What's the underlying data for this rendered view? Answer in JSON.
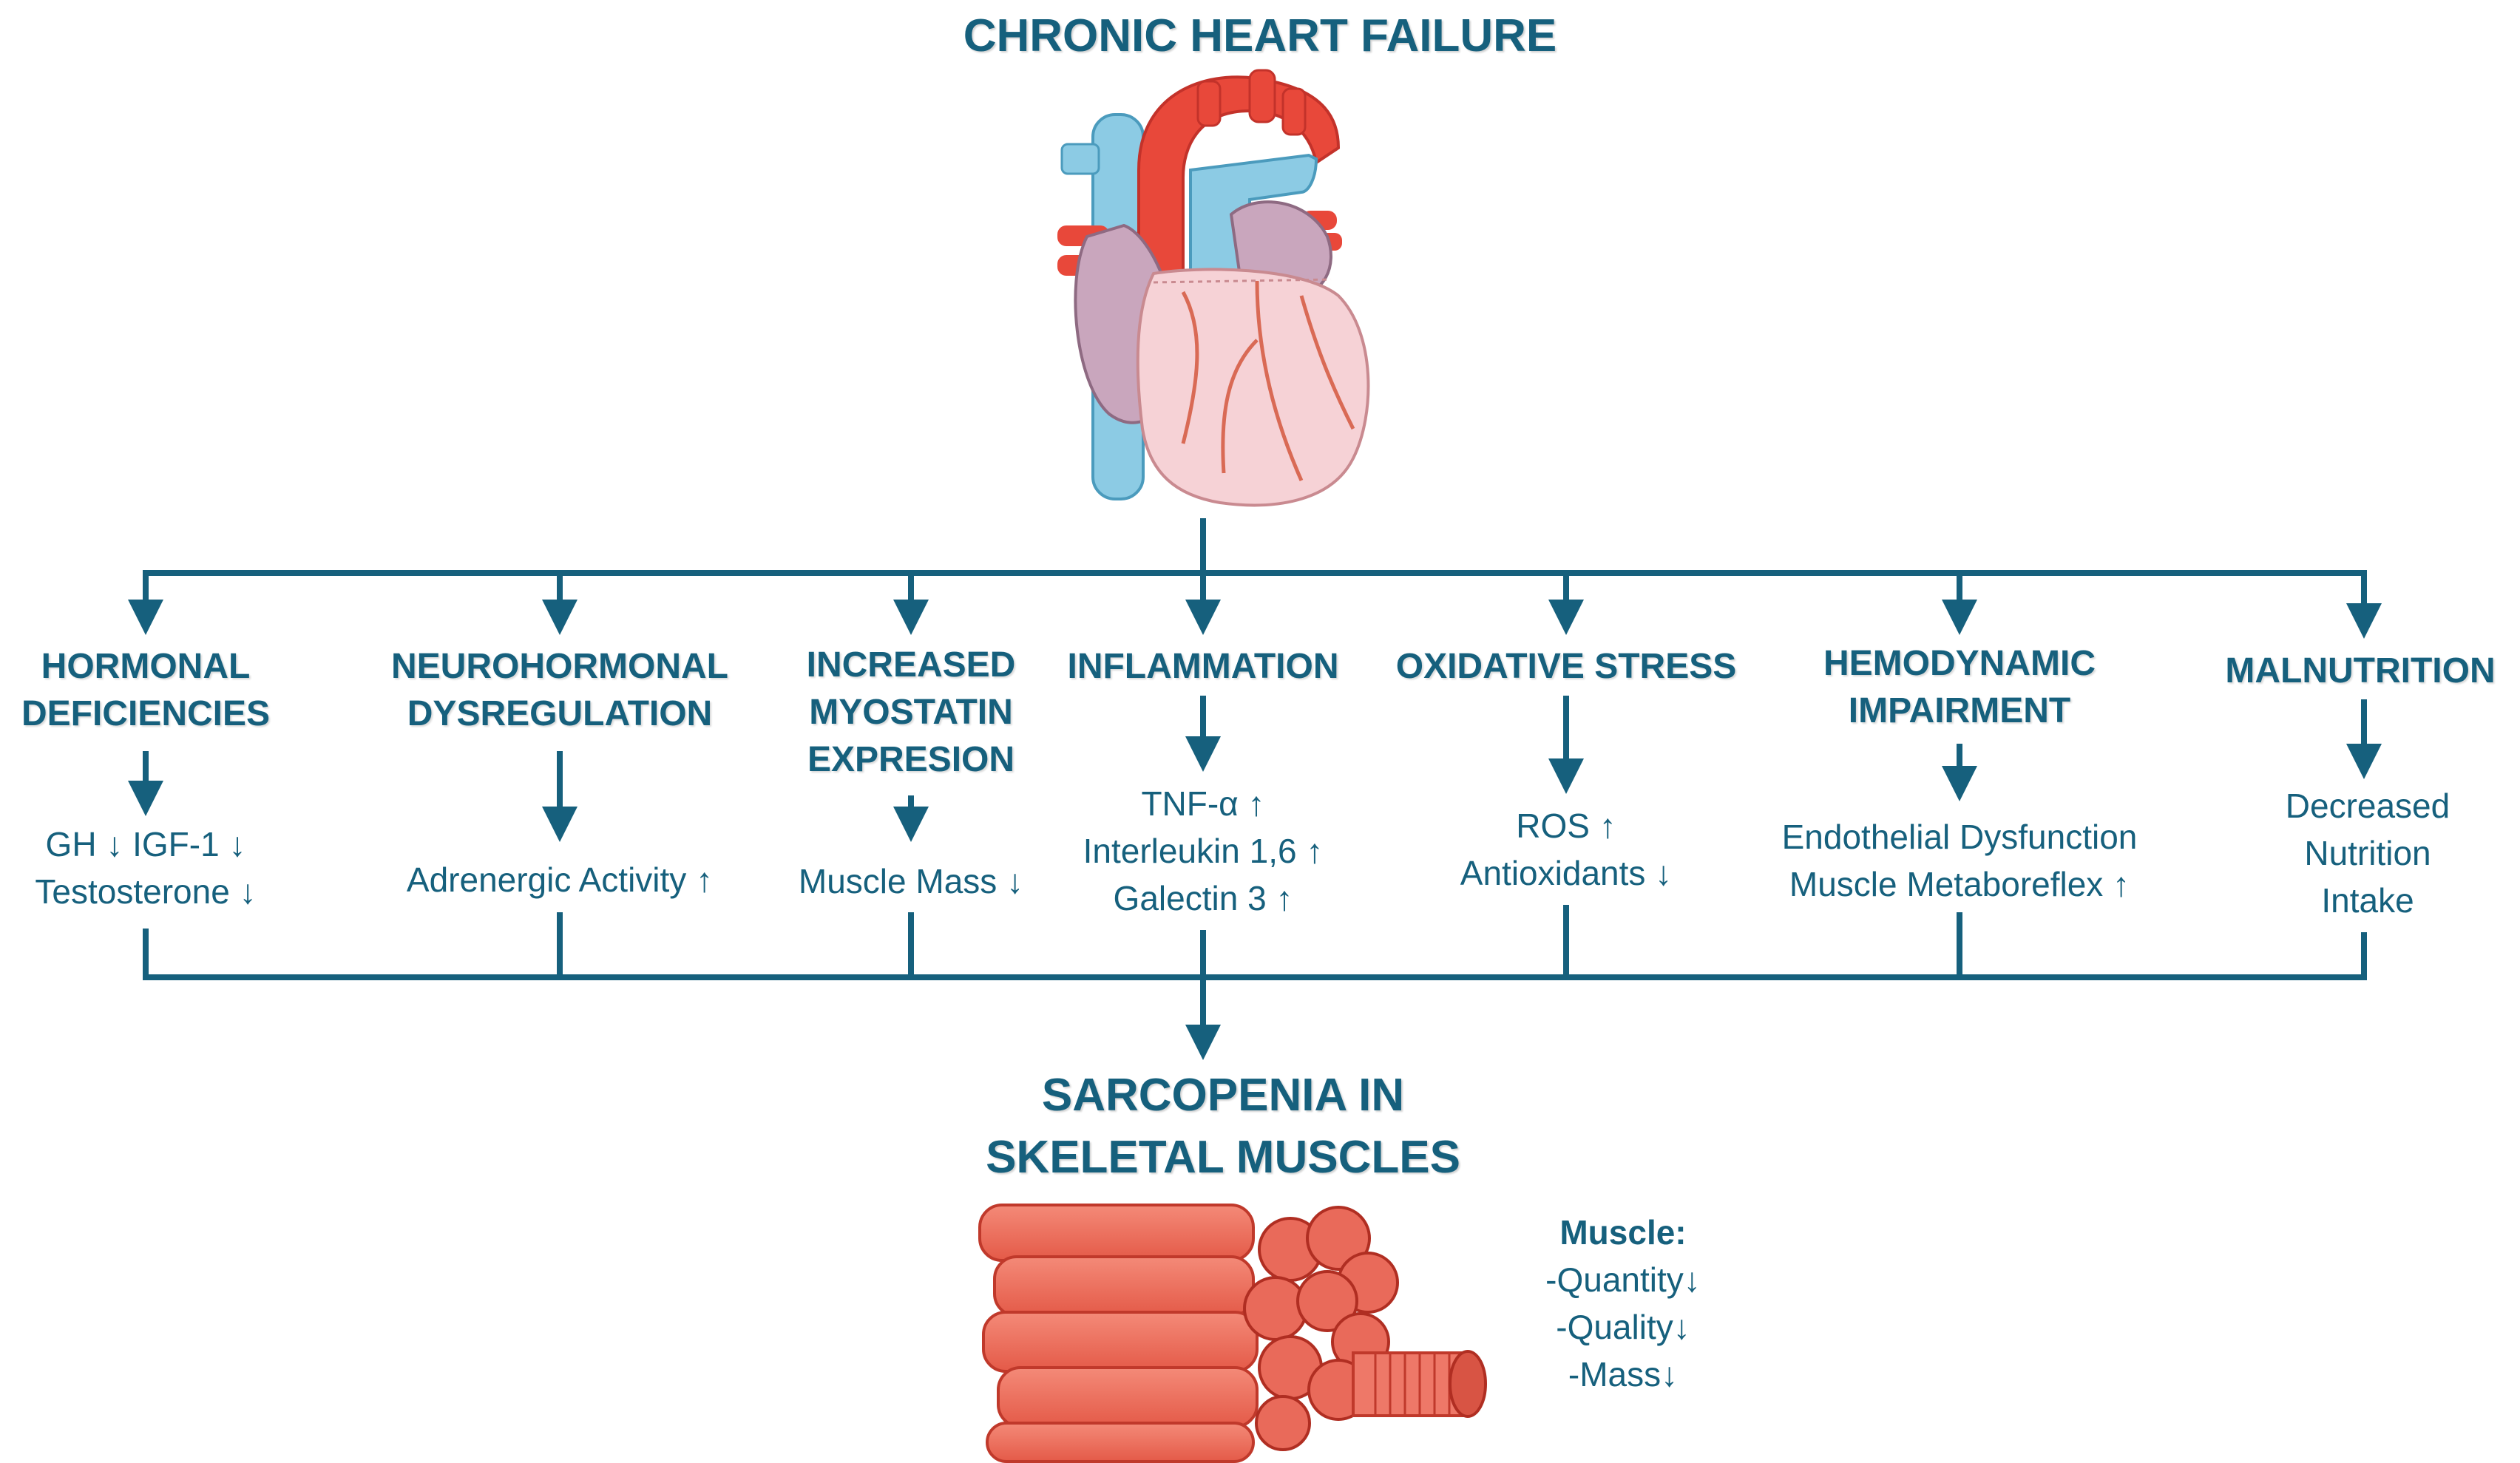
{
  "title": "CHRONIC HEART FAILURE",
  "causes": [
    {
      "heading": [
        "HORMONAL",
        "DEFICIENCIES"
      ],
      "details": [
        "GH ↓  IGF-1 ↓",
        "Testosterone ↓"
      ]
    },
    {
      "heading": [
        "NEUROHORMONAL",
        "DYSREGULATION"
      ],
      "details": [
        "Adrenergic Activity ↑"
      ]
    },
    {
      "heading": [
        "INCREASED",
        "MYOSTATIN",
        "EXPRESION"
      ],
      "details": [
        "Muscle Mass ↓"
      ]
    },
    {
      "heading": [
        "INFLAMMATION"
      ],
      "details": [
        "TNF-α ↑",
        "Interleukin 1,6 ↑",
        "Galectin 3 ↑"
      ]
    },
    {
      "heading": [
        "OXIDATIVE STRESS"
      ],
      "details": [
        "ROS ↑",
        "Antioxidants ↓"
      ]
    },
    {
      "heading": [
        "HEMODYNAMIC",
        "IMPAIRMENT"
      ],
      "details": [
        "Endothelial Dysfunction",
        "Muscle Metaboreflex ↑"
      ]
    },
    {
      "heading": [
        "MALNUTRITION"
      ],
      "details": [
        "Decreased",
        "Nutrition",
        "Intake"
      ]
    }
  ],
  "outcome": [
    "SARCOPENIA IN",
    "SKELETAL MUSCLES"
  ],
  "muscle_legend": {
    "heading": "Muscle:",
    "items": [
      "-Quantity↓",
      "-Quality↓",
      "-Mass↓"
    ]
  },
  "colors": {
    "accent": "#16607d",
    "aorta": "#e8483a",
    "vein": "#8ccbe4",
    "atrium": "#c9a6bd",
    "ventricle": "#f6d2d6",
    "muscle": "#ef6f5e"
  },
  "icons": [
    "heart-illustration",
    "muscle-fiber-illustration"
  ]
}
